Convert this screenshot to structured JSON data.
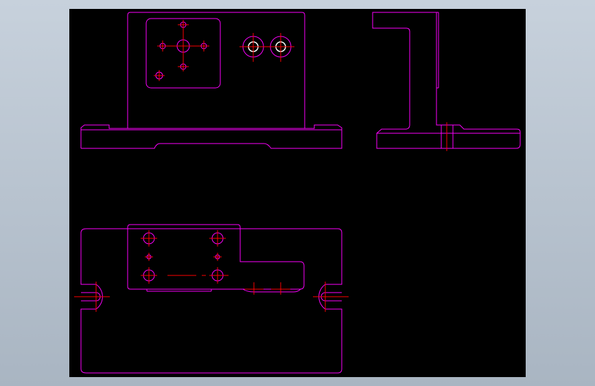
{
  "viewport": {
    "background": "#000000",
    "outline_color": "#ff00ff",
    "centerline_color": "#ff0000",
    "hole_highlight_color": "#ffffff"
  },
  "views": [
    "front-view",
    "side-view",
    "top-view"
  ]
}
